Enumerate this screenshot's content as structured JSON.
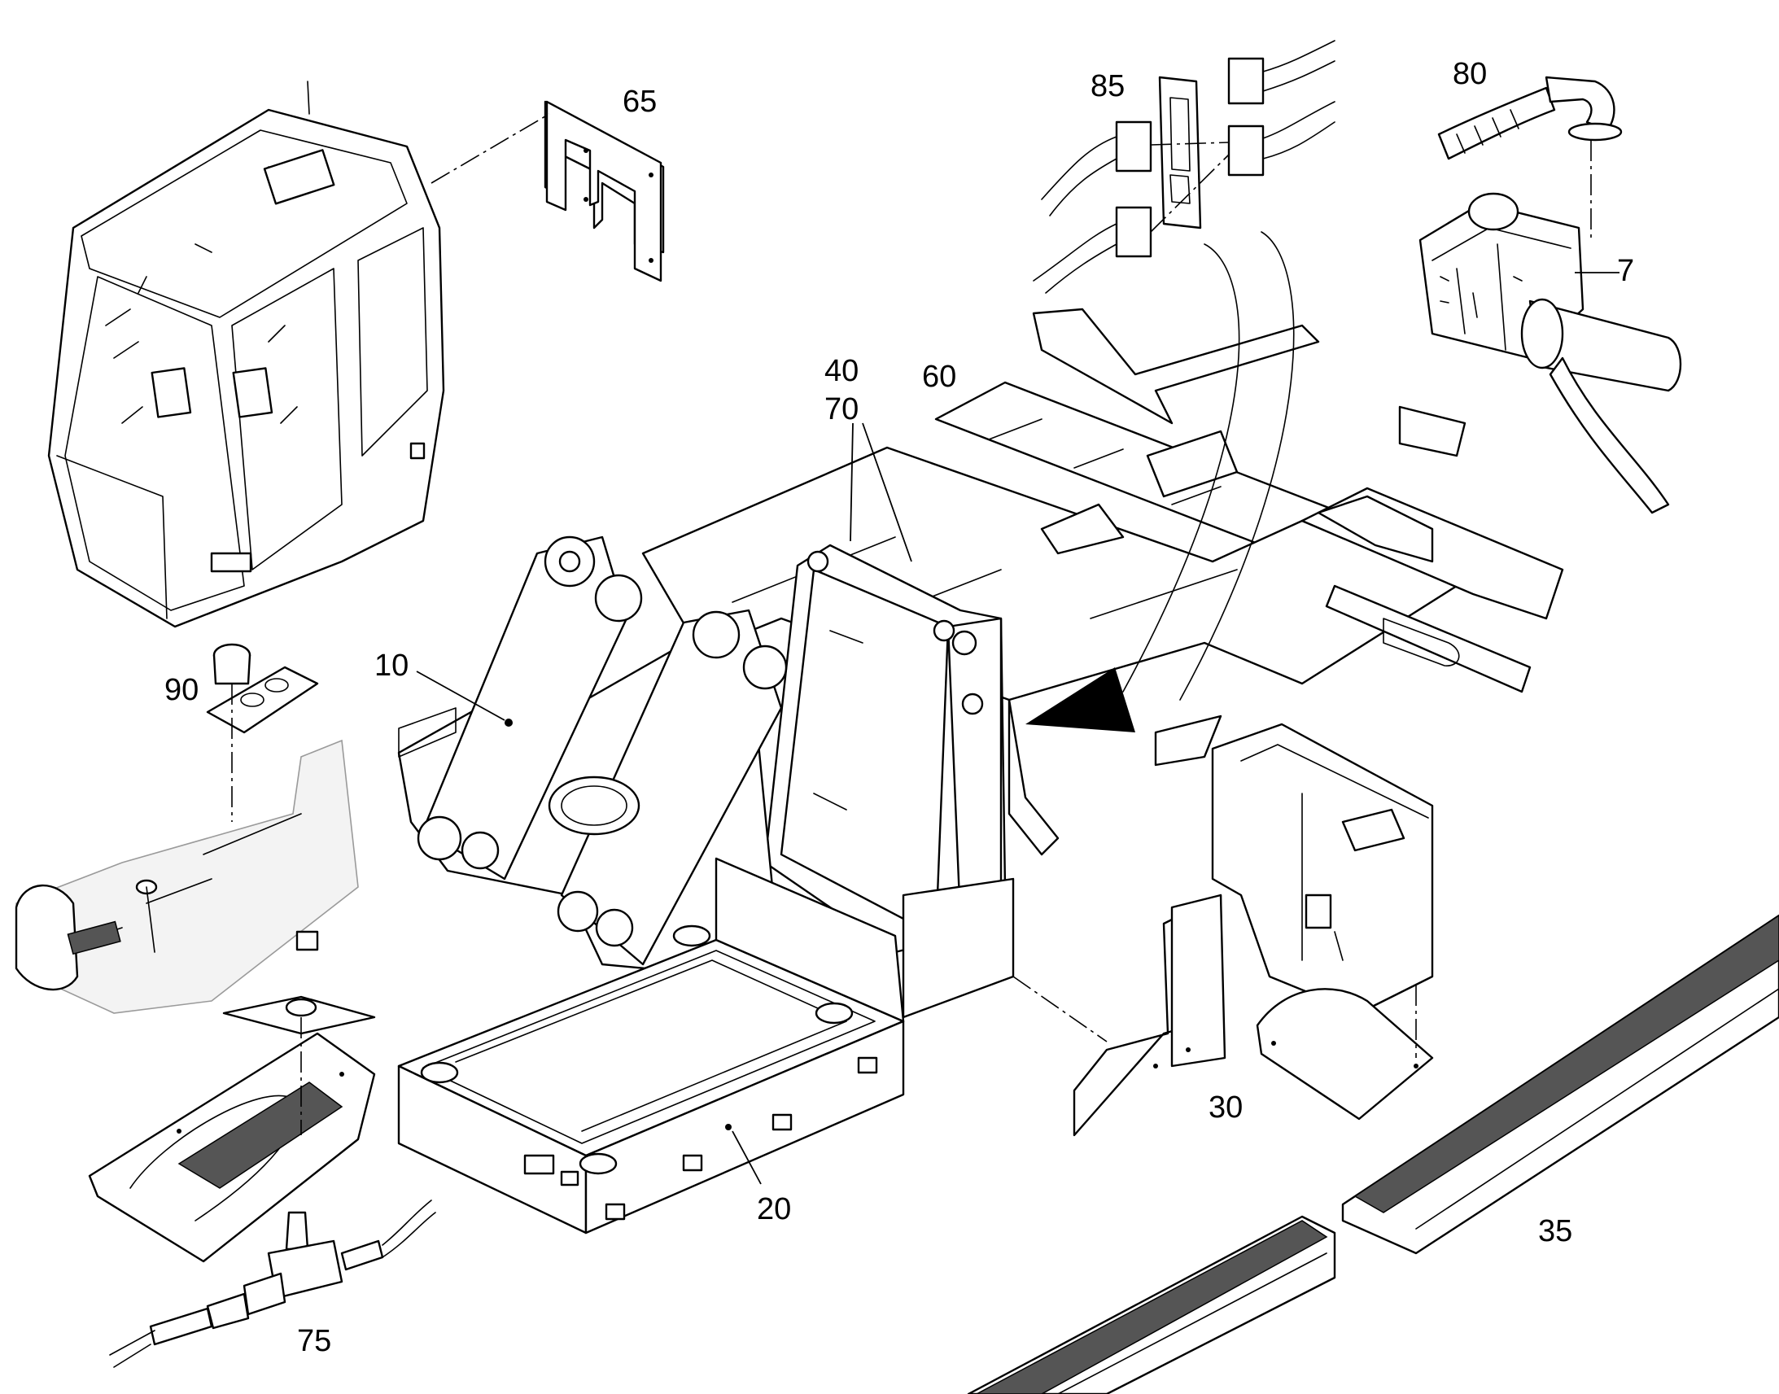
{
  "diagram": {
    "callouts": {
      "c65": "65",
      "c85": "85",
      "c80": "80",
      "c7": "7",
      "c40": "40",
      "c70": "70",
      "c60": "60",
      "c10": "10",
      "c90": "90",
      "c30": "30",
      "c20": "20",
      "c35": "35",
      "c75": "75"
    }
  }
}
